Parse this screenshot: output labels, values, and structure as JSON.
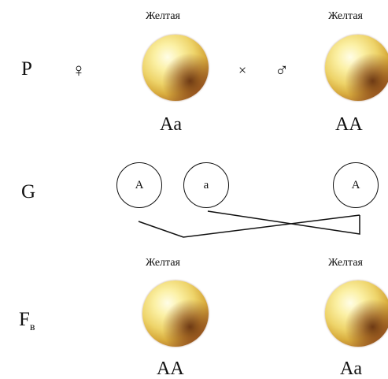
{
  "rows": {
    "p": "P",
    "g": "G",
    "f_main": "F",
    "f_sub": "в"
  },
  "parents": {
    "female_symbol": "♀",
    "male_symbol": "♂",
    "cross_symbol": "×",
    "female": {
      "phenotype": "Желтая",
      "genotype": "Aa"
    },
    "male": {
      "phenotype": "Желтая",
      "genotype": "AA"
    }
  },
  "gametes": [
    "A",
    "a",
    "A"
  ],
  "offspring": [
    {
      "phenotype": "Желтая",
      "genotype": "AA"
    },
    {
      "phenotype": "Желтая",
      "genotype": "Aa"
    }
  ],
  "colors": {
    "seed_light": "#fbf0a4",
    "seed_mid": "#eed46a",
    "seed_dark": "#6e3410",
    "line": "#111111"
  },
  "icons": [
    "pea-seed-icon",
    "female-symbol-icon",
    "male-symbol-icon",
    "cross-icon"
  ]
}
